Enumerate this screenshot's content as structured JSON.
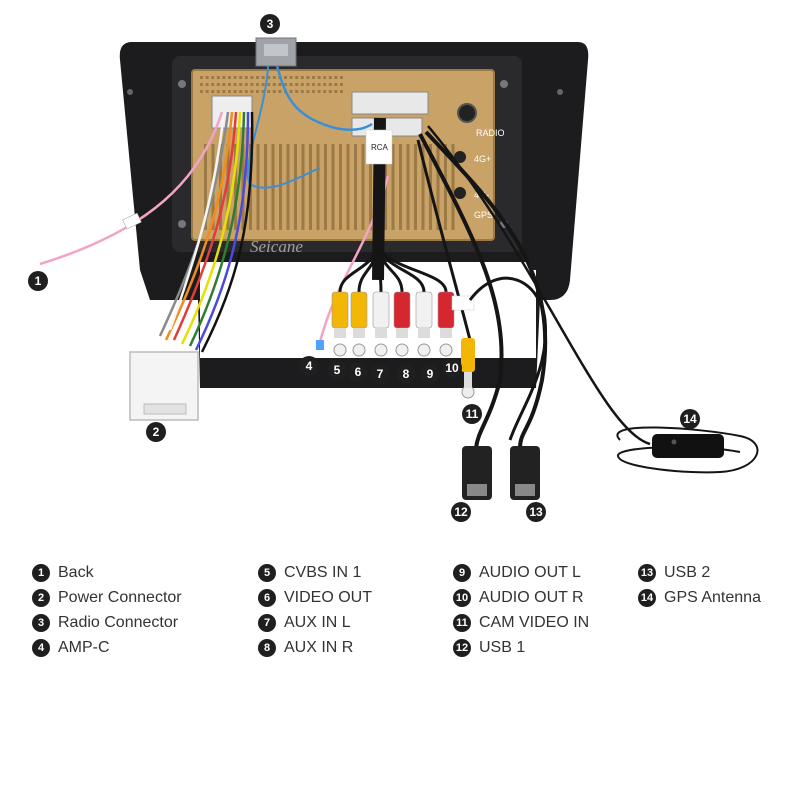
{
  "brand": {
    "watermark": "Seicane"
  },
  "unit": {
    "port_labels": [
      "RADIO",
      "4G+",
      "4G-",
      "GPS"
    ],
    "tag_rca": "RCA"
  },
  "callouts": [
    {
      "num": "1",
      "label": "Back"
    },
    {
      "num": "2",
      "label": "Power Connector"
    },
    {
      "num": "3",
      "label": "Radio Connector"
    },
    {
      "num": "4",
      "label": "AMP-C"
    },
    {
      "num": "5",
      "label": "CVBS IN 1"
    },
    {
      "num": "6",
      "label": "VIDEO OUT"
    },
    {
      "num": "7",
      "label": "AUX IN L"
    },
    {
      "num": "8",
      "label": "AUX IN R"
    },
    {
      "num": "9",
      "label": "AUDIO OUT L"
    },
    {
      "num": "10",
      "label": "AUDIO OUT R"
    },
    {
      "num": "11",
      "label": "CAM VIDEO IN"
    },
    {
      "num": "12",
      "label": "USB 1"
    },
    {
      "num": "13",
      "label": "USB 2"
    },
    {
      "num": "14",
      "label": "GPS Antenna"
    }
  ],
  "legend_columns": [
    [
      0,
      1,
      2,
      3
    ],
    [
      4,
      5,
      6,
      7
    ],
    [
      8,
      9,
      10,
      11
    ],
    [
      12,
      13
    ]
  ],
  "colors": {
    "frame": "#1c1c1e",
    "board": "#c9a267",
    "board_dark": "#9c7a45",
    "rca_yellow": "#f2b705",
    "rca_red": "#d6262f",
    "rca_white": "#f1f1f1",
    "cable_black": "#151515",
    "wire_pink": "#f2a3c6",
    "wire_blue": "#3b8fd6",
    "callout_bg": "#1f1f1f"
  }
}
